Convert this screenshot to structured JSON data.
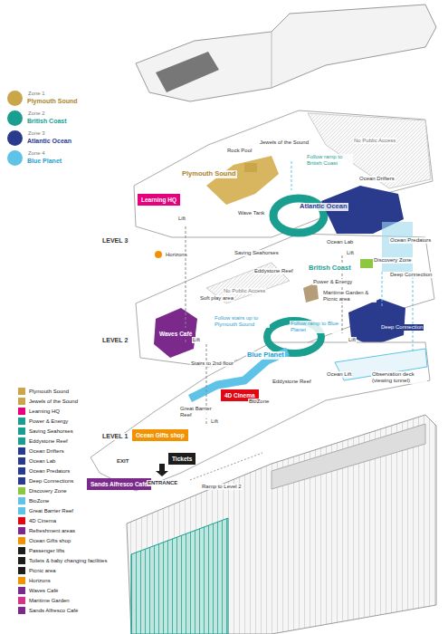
{
  "diagram": {
    "nodes": [
      {
        "text": [
          "Learning HQ"
        ]
      },
      {
        "text": [
          "Waves Café"
        ]
      },
      {
        "text": [
          "4D Cinema"
        ]
      },
      {
        "text": [
          "Ocean Gifts shop"
        ]
      },
      {
        "text": [
          "Tickets"
        ]
      },
      {
        "text": [
          "Sands Alfresco Café"
        ]
      }
    ],
    "labels": [
      "Zone 1",
      "Zone 2",
      "Zone 3",
      "Zone 4",
      "LEVEL 3",
      "LEVEL 2",
      "LEVEL 1",
      "Plymouth Sound",
      "Rock Pool",
      "Jewels of the Sound",
      "Follow ramp to British Coast",
      "Wave Tank",
      "Lift",
      "Horizons",
      "No Public Access",
      "Atlantic Ocean",
      "Ocean Drifters",
      "Ocean Predators",
      "Ocean Lab",
      "Deep Connection",
      "Discovery Zone",
      "Saving Seahorses",
      "Eddystone Reef",
      "British Coast",
      "Power & Energy",
      "Maritime Garden & Picnic area",
      "Lift",
      "No Public Access",
      "Soft play area",
      "Follow stairs up to Plymouth Sound",
      "Lift",
      "Stairs to 2nd floor",
      "Blue Planet",
      "Follow ramp to Blue Planet",
      "Deep Connection",
      "Lift",
      "Ocean Lift",
      "Observation deck (viewing tunnel)",
      "Great Barrier Reef",
      "Eddystone Reef",
      "BioZone",
      "EXIT",
      "ENTRANCE",
      "Ramp to Level 2",
      "Lift"
    ],
    "legend": [
      {
        "text": "Plymouth Sound",
        "color": "#c9a64a"
      },
      {
        "text": "British Coast",
        "color": "#1a9e8f"
      },
      {
        "text": "Atlantic Ocean",
        "color": "#2a3a8c"
      },
      {
        "text": "Blue Planet",
        "color": "#5fc3e8"
      },
      {
        "text": "Plymouth Sound",
        "color": "#c9a64a"
      },
      {
        "text": "Jewels of the Sound",
        "color": "#c9a64a"
      },
      {
        "text": "Learning HQ",
        "color": "#e6007e"
      },
      {
        "text": "Power & Energy",
        "color": "#1a9e8f"
      },
      {
        "text": "Saving Seahorses",
        "color": "#1a9e8f"
      },
      {
        "text": "Eddystone Reef",
        "color": "#1a9e8f"
      },
      {
        "text": "Ocean Drifters",
        "color": "#2a3a8c"
      },
      {
        "text": "Ocean Lab",
        "color": "#2a3a8c"
      },
      {
        "text": "Ocean Predators",
        "color": "#2a3a8c"
      },
      {
        "text": "Deep Connections",
        "color": "#2a3a8c"
      },
      {
        "text": "Discovery Zone",
        "color": "#8dc63f"
      },
      {
        "text": "BioZone",
        "color": "#5fc3e8"
      },
      {
        "text": "Great Barrier Reef",
        "color": "#5fc3e8"
      },
      {
        "text": "4D Cinema",
        "color": "#e30613"
      },
      {
        "text": "Refreshment areas",
        "color": "#7b2a8c"
      },
      {
        "text": "Ocean Gifts shop",
        "color": "#f39200"
      },
      {
        "text": "Passenger lifts",
        "color": "#1d1d1b"
      },
      {
        "text": "Toilets & baby changing facilities",
        "color": "#1d1d1b"
      },
      {
        "text": "Picnic area",
        "color": "#1d1d1b"
      },
      {
        "text": "Horizons",
        "color": "#f39200"
      },
      {
        "text": "Waves Café",
        "color": "#7b2a8c"
      },
      {
        "text": "Maritime Garden",
        "color": "#d6338a"
      },
      {
        "text": "Sands Alfresco Café",
        "color": "#7b2a8c"
      }
    ]
  }
}
